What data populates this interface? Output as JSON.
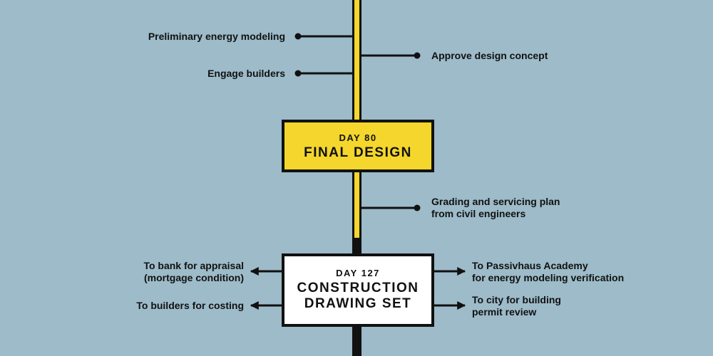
{
  "colors": {
    "background": "#9dbbc9",
    "accent_yellow": "#f4d62c",
    "ink": "#111111",
    "box_white": "#ffffff"
  },
  "milestones": [
    {
      "day": "DAY 80",
      "title": "FINAL DESIGN"
    },
    {
      "day": "DAY 127",
      "title_line1": "CONSTRUCTION",
      "title_line2": "DRAWING SET"
    }
  ],
  "labels": {
    "preliminary_energy": "Preliminary energy modeling",
    "approve_design": "Approve design concept",
    "engage_builders": "Engage builders",
    "grading_line1": "Grading and servicing plan",
    "grading_line2": "from civil engineers",
    "bank_line1": "To bank for appraisal",
    "bank_line2": "(mortgage condition)",
    "builders_costing": "To builders for costing",
    "passivhaus_line1": "To Passivhaus Academy",
    "passivhaus_line2": "for energy modeling verification",
    "city_line1": "To city for building",
    "city_line2": "permit review"
  }
}
